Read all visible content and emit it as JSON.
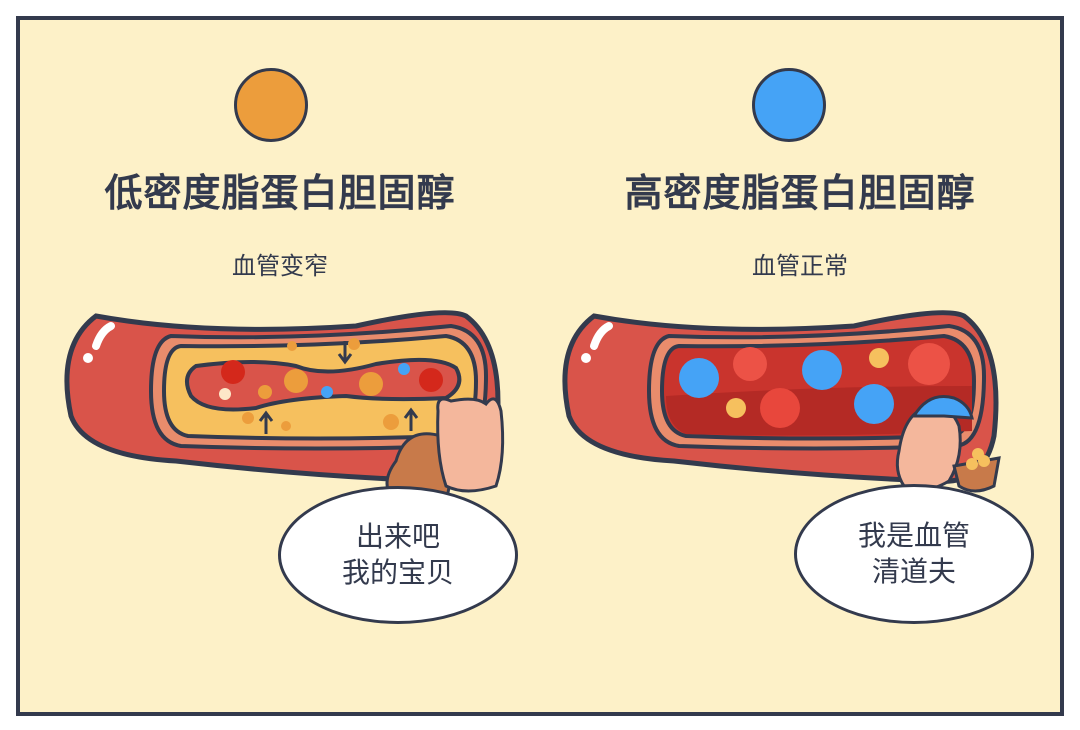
{
  "left": {
    "dot_color": "#ec9d3c",
    "title": "低密度脂蛋白胆固醇",
    "subtitle": "血管变窄",
    "bubble": {
      "line1": "出来吧",
      "line2": "我的宝贝"
    }
  },
  "right": {
    "dot_color": "#45a3f6",
    "title": "高密度脂蛋白胆固醇",
    "subtitle": "血管正常",
    "bubble": {
      "line1": "我是血管",
      "line2": "清道夫"
    }
  },
  "colors": {
    "background": "#fdf1c8",
    "outline": "#333a4d",
    "vessel_red": "#d9544a",
    "vessel_dark": "#b8302a",
    "plaque": "#f6c05e"
  }
}
